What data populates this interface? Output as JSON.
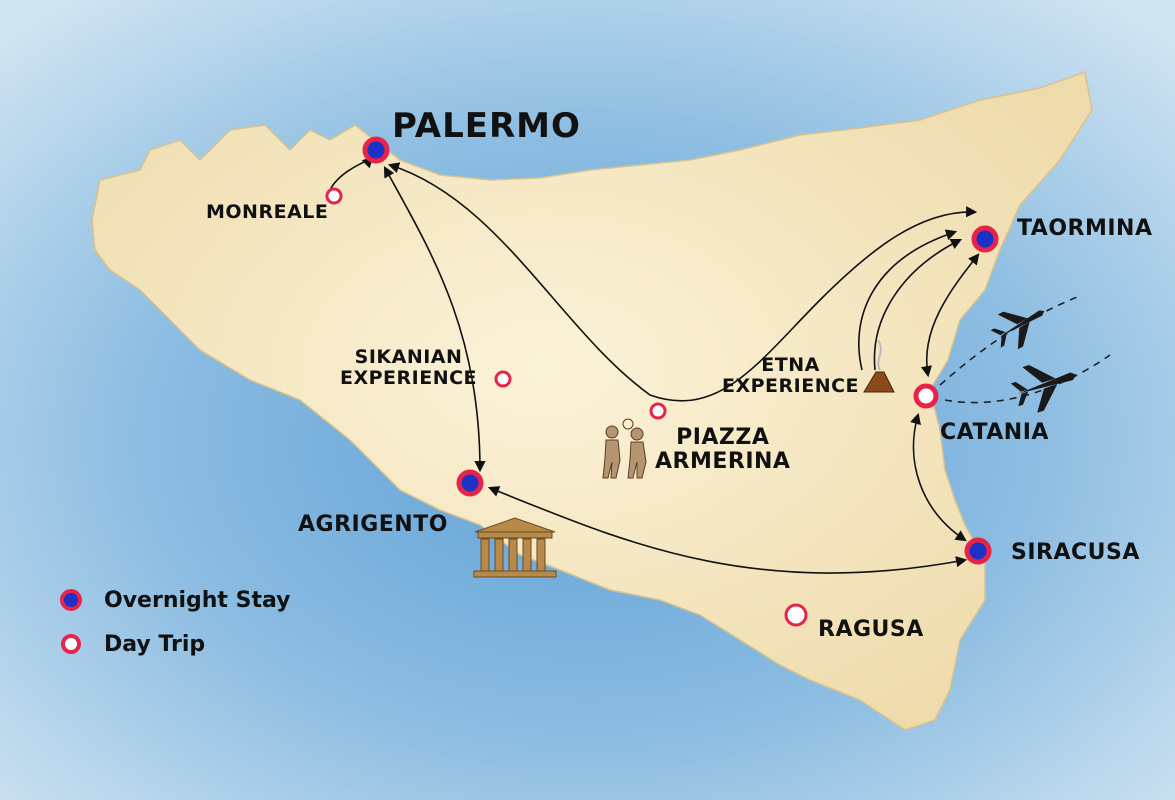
{
  "colors": {
    "sea": "#a9cde6",
    "land": "#f3e4bc",
    "marker_ring": "#e8234a",
    "marker_fill": "#1c31c8",
    "route": "#111111",
    "plane": "#1a1a1a"
  },
  "cities": {
    "palermo": "PALERMO",
    "monreale": "MONREALE",
    "taormina": "TAORMINA",
    "sikanian_line1": "SIKANIAN",
    "sikanian_line2": "EXPERIENCE",
    "etna_line1": "ETNA",
    "etna_line2": "EXPERIENCE",
    "catania": "CATANIA",
    "piazza_line1": "PIAZZA",
    "piazza_line2": "ARMERINA",
    "agrigento": "AGRIGENTO",
    "siracusa": "SIRACUSA",
    "ragusa": "RAGUSA"
  },
  "legend": {
    "overnight": "Overnight Stay",
    "day_trip": "Day Trip"
  },
  "icons": {
    "temple": "temple-icon",
    "volcano": "volcano-icon",
    "mosaic": "mosaic-figures-icon",
    "plane": "airplane-icon"
  }
}
